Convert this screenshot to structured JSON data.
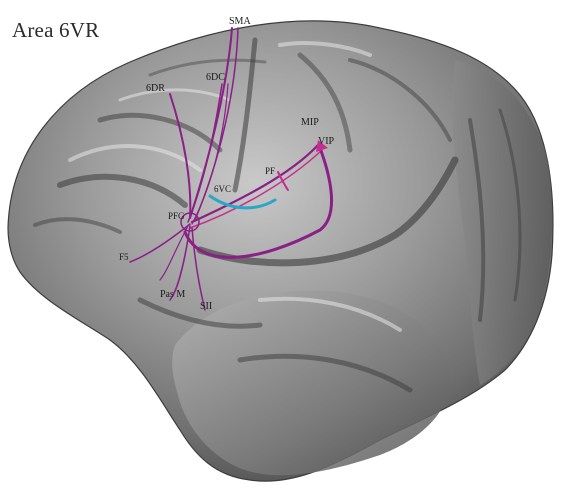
{
  "figure": {
    "title": "Area 6VR",
    "labels": {
      "sma": "SMA",
      "sixdc": "6DC",
      "sixdr": "6DR",
      "mip": "MIP",
      "vip": "VIP",
      "pf": "PF",
      "sixvc": "6VC",
      "pfg": "PFG",
      "f5": "F5",
      "pasm": "Pas M",
      "sii": "SII"
    },
    "colors": {
      "connection_purple": "#8a1f86",
      "connection_magenta": "#c42f8e",
      "connection_cyan": "#2aa6c9",
      "brain_surface": "#8e8e8e"
    }
  }
}
